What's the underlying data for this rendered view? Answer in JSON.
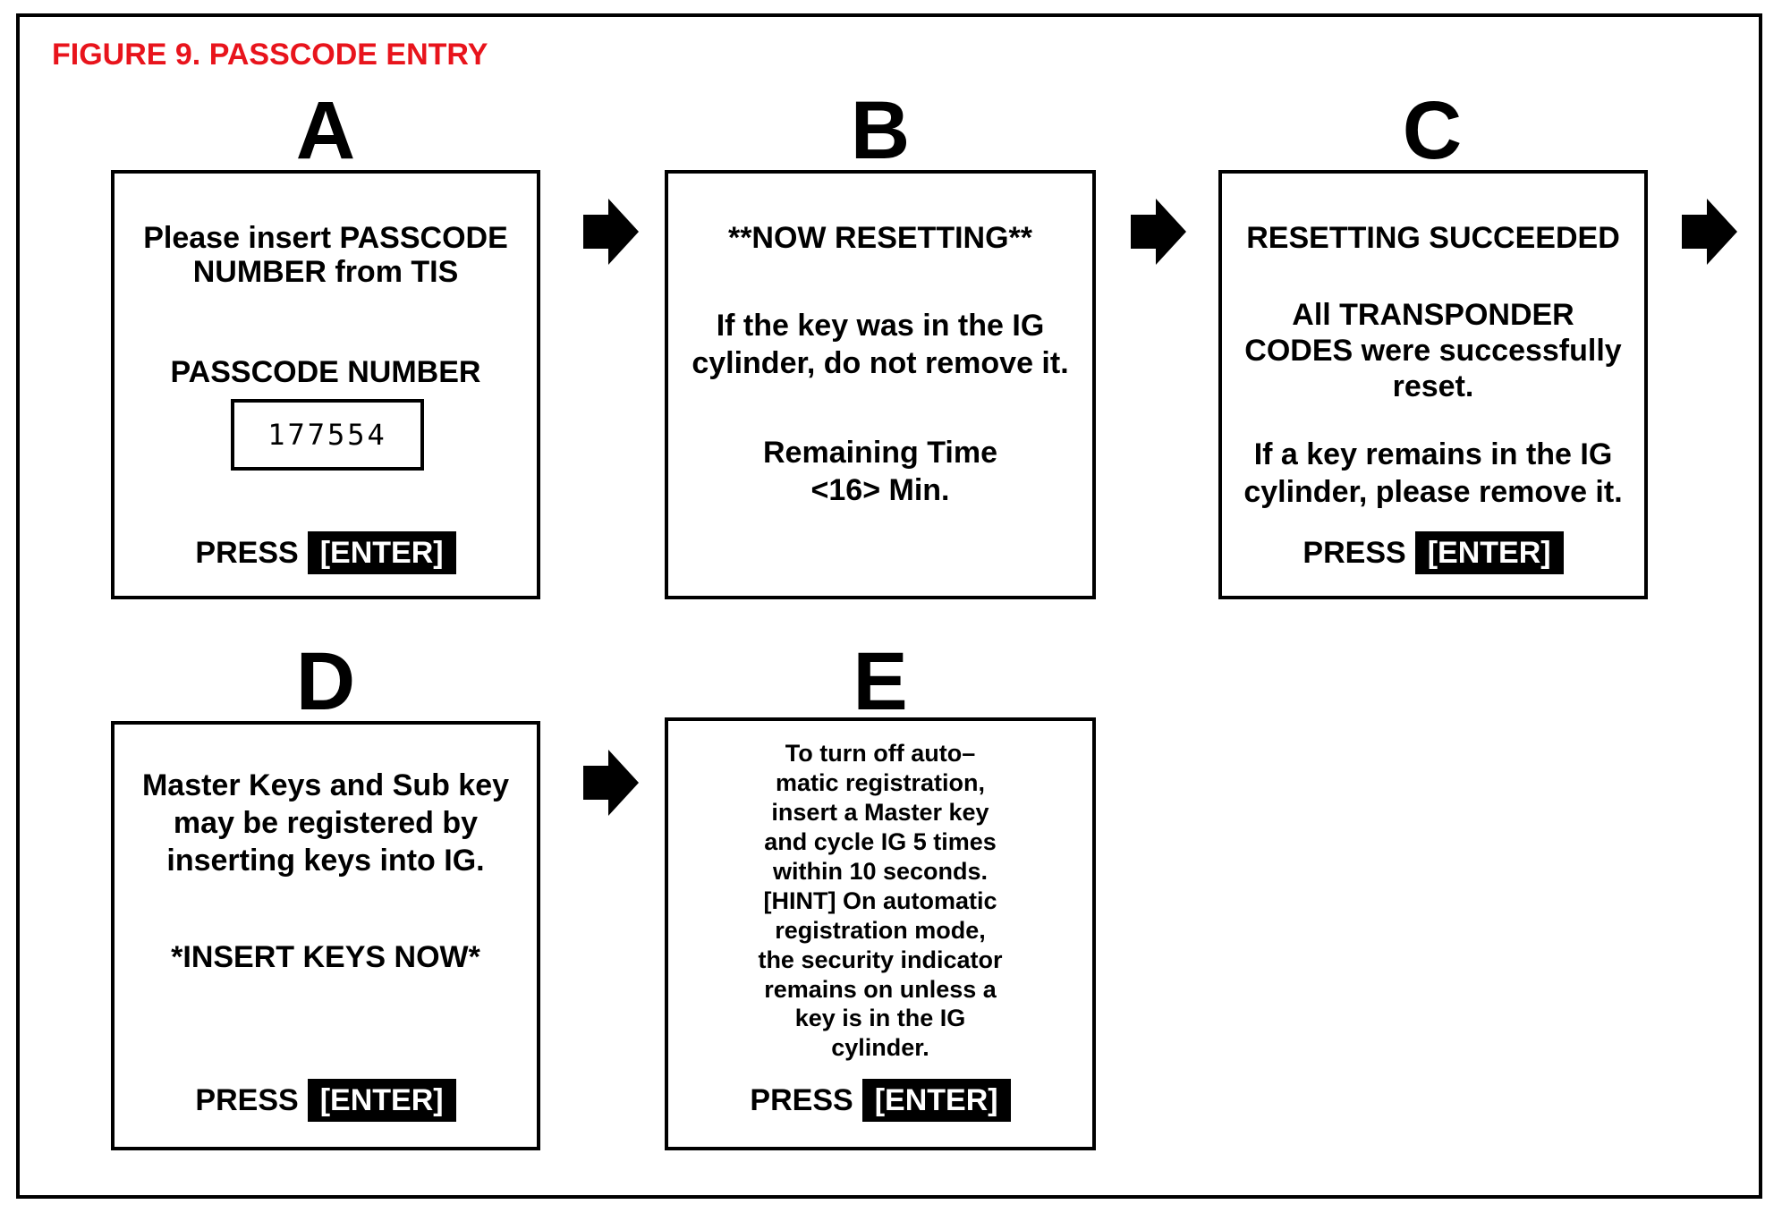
{
  "figure": {
    "title": "FIGURE 9.  PASSCODE ENTRY"
  },
  "panels": {
    "a": {
      "letter": "A",
      "line1": "Please insert PASSCODE",
      "line2": "NUMBER from TIS",
      "label": "PASSCODE NUMBER",
      "code": "177554",
      "press": "PRESS",
      "enter": "[ENTER]"
    },
    "b": {
      "letter": "B",
      "line1": "**NOW RESETTING**",
      "line2": "If the key was in the IG",
      "line3": "cylinder, do not remove it.",
      "line4": "Remaining Time",
      "line5": "<16> Min."
    },
    "c": {
      "letter": "C",
      "line1": "RESETTING SUCCEEDED",
      "line2": "All TRANSPONDER",
      "line3": "CODES were successfully",
      "line4": "reset.",
      "line5": "If a key remains in the IG",
      "line6": "cylinder, please remove it.",
      "press": "PRESS",
      "enter": "[ENTER]"
    },
    "d": {
      "letter": "D",
      "line1": "Master Keys and Sub key",
      "line2": "may be registered by",
      "line3": "inserting keys into IG.",
      "line4": "*INSERT KEYS NOW*",
      "press": "PRESS",
      "enter": "[ENTER]"
    },
    "e": {
      "letter": "E",
      "lines": [
        "To turn off auto–",
        "matic registration,",
        "insert a Master key",
        "and cycle IG 5 times",
        "within 10 seconds.",
        "[HINT] On automatic",
        "registration mode,",
        "the security indicator",
        "remains on unless a",
        "key is in the IG",
        "cylinder."
      ],
      "press": "PRESS",
      "enter": "[ENTER]"
    }
  },
  "colors": {
    "title": "#e8141c",
    "ink": "#000000",
    "background": "#ffffff"
  },
  "icons": {
    "flow_arrow": "arrow-right-icon"
  }
}
